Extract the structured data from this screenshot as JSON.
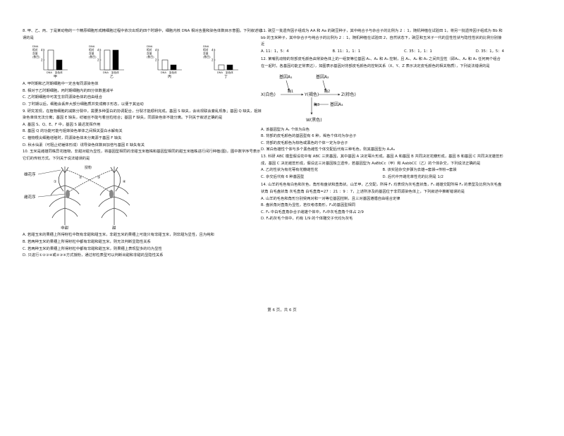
{
  "left": {
    "q8": {
      "stem": "8. 甲、乙、丙、丁是某动物的一个精原细胞形成精细胞过程中依次出现的四个时期中，细胞内核 DNA 相对含量和染色体数目示意图。下列叙述错误的是",
      "charts": [
        {
          "label": "甲",
          "bars": [
            {
              "name": "DNA",
              "value": 4
            },
            {
              "name": "染色体",
              "value": 2
            }
          ]
        },
        {
          "label": "乙",
          "bars": [
            {
              "name": "DNA",
              "value": 4
            },
            {
              "name": "染色体",
              "value": 4
            }
          ]
        },
        {
          "label": "丙",
          "bars": [
            {
              "name": "DNA",
              "value": 2
            },
            {
              "name": "染色体",
              "value": 1
            }
          ]
        },
        {
          "label": "丁",
          "bars": [
            {
              "name": "DNA",
              "value": 1
            },
            {
              "name": "染色体",
              "value": 1
            }
          ]
        }
      ],
      "axis_title": "DNA\n相对\n含量\n(数目)",
      "x_labels": [
        "DNA",
        "染色体"
      ],
      "options": [
        "A. 甲时期和乙时期细胞中一定含有同源染色体",
        "B. 相对于乙时期细胞，丙时期细胞内的四分体数量减半",
        "C. 乙时期细胞中可发生非同源染色体的自由组合",
        "D. 丁时期以后，细胞会丢弃大部分细胞质并变成精子形态，以便于其运动"
      ]
    },
    "q9": {
      "stem": "9. 研究发现，在植物细胞的减数分裂中，需要多种蛋白的协调配合，分裂才能顺利完成。基因 S 缺失，会出现联会紊乱现象；基因 Q 缺失，姐妹染色单体无法分离；基因 E 缺失，纺锤丝不能与着丝粒结合；基因 F 缺失，同源染色体不能分离。下列关于叙述正确的是",
      "options": [
        "A. 基因 S、Q、E、F 中，基因 S 最迟发挥作用",
        "B. 基因 Q 的功能可能与姐妹染色单体之间相关蛋白水解有关",
        "C. 植物根尖细胞增殖时，同源染色体未分离源于基因 F 缺失",
        "D. 秋水仙素（可阻止纺锤体形成）诱导染色体数目加倍与基因 E 缺失有关"
      ]
    },
    "q10": {
      "stem": "10. 玉米是雌雄同株异花植物，非甜对甜为显性，将基因型相同的非甜玉米植株和基因型相同的甜玉米植株进行间行种植(图)，图中数字序号表示它们的传粉方式。下列关于说法错误的是",
      "labels": [
        "雄花序",
        "雌花序",
        "非甜",
        "甜",
        "授粉"
      ],
      "nums": [
        "①",
        "②",
        "③",
        "④"
      ],
      "options": [
        "A. 若甜玉米的果穗上所得籽粒中既有非甜和甜玉米，非甜玉米的果穗上可能只有非甜玉米，则非甜为显性，且为纯和",
        "B. 若两种玉米的果穗上所得籽粒中都有非甜和甜玉米，则无法判断显隐性关系",
        "C. 若两种玉米的果穗上所得籽粒中都有非甜和甜玉米，则果穗上表现型多的均为显性",
        "D. 只进行①②③④或②③④方式授粉，通过籽粒表型可以判断出甜和非甜的显隐性关系"
      ]
    }
  },
  "right": {
    "q11": {
      "stem": "11. 豌豆一批遗传因子组成为 AA 和 Aa 的豌豆种子，其中纯合子与杂合子的比例为 2 ：1，随机种植在试验田 1，将另一批遗传因子组成为 Bb 和 bb 的玉米种子，其中杂合子与纯合子的比例为 2 ：1，随机种植在试验田 2，自然状态下，豌豆和玉米子一代的显性性状与隐性性状的比例分别接近",
      "options": [
        "A. 11：1，5：4",
        "B. 11：1，1：1",
        "C. 35：1，1：1",
        "D. 35：1，5：4"
      ]
    },
    "q12": {
      "stem": "12. 某哺乳动物的背部皮毛颜色由常染色体上的一组复等位基因 A₁、A₂ 和 A₃ 控制，且 A₁、A₂ 和 A₃ 之间共显性（即A₁、A₂ 和 A₃ 任何两个组合在一起时，各基因均能正常表达），如图表示基因对背部皮毛颜色的控制关系（X、Y、Z 表示决定皮毛颜色的相关物质），下列说法错误的是",
      "diagram": {
        "gene_a1": "基因A₁",
        "gene_a2": "基因A₂",
        "x_white": "X(白色)",
        "enzyme1": "酶1",
        "y_brown": "Y(褐色)",
        "enzyme2": "酶2",
        "z_tan": "Z(棕色)",
        "enzyme3": "酶3",
        "gene_a3": "基因A₃",
        "w_black": "W(黑色)"
      },
      "options": [
        "A. 该基因型为 A₁ 个体为白色",
        "B. 背部的皮毛颜色的基因型有 6 种，褐色个体均为杂合子",
        "C. 背部的皮毛颜色为棕色或黑色的个体一定为杂合子",
        "D. 某白色雄性个体与多个黑色雌性个体交配后代有三种毛色，则其基因型为 A₁A₃"
      ]
    },
    "q13": {
      "stem": "13. 科研 ABC 模型假设花中有 ABC 三类基因，其中基因 A 决定萼片形成，基因 A 和基因 B 共同决定花瓣形成，基因 B 和基因 C 共同决定雄蕊形成，基因 C 决定雌蕊形成，假设这三对基因独立遗传，若基因型为 AaBbCc（甲）和 AabbCC（乙）的个体杂交，下列说法正确的是",
      "options": [
        "A. 乙的性状为有花萼有花瓣雌性花",
        "B. 该实验杂交步骤为去雄→套袋→传粉→套袋",
        "C. 杂交后代有 6 种基因型",
        "D. 后代中开雌花单性花的比例是 1/2"
      ]
    },
    "q14": {
      "stem": "14. 山羊的毛色有白色和灰色，角形有盘状和直角状。山羊甲，乙交配，所得 F₁ 均表现为灰毛直状角，F₁ 雌雄交配所得 F₂ 的表型及比例为灰毛盘状角 白毛盘状角 灰毛直角 白毛直角=27 ：21 ：9 ：7，上述所涉及的基因位于非同源染色体上，下列叙述中推断错误的是",
      "options": [
        "A. 山羊的毛色和角形分别受两对和一对等位基因控制，且三对基因遵循自由组合定律",
        "B. 盘状角对直角为显性，若仅考虑角形，F₂的基因型相同",
        "C. F₂ 中白毛直角杂合子雌雄个体中，F₂中灰毛直角个体占 2/9",
        "D. F₂的灰毛个体中，约有 1/9 的个体雕交子代均为灰毛"
      ]
    }
  },
  "footer": "第 6 页，共 6 页"
}
